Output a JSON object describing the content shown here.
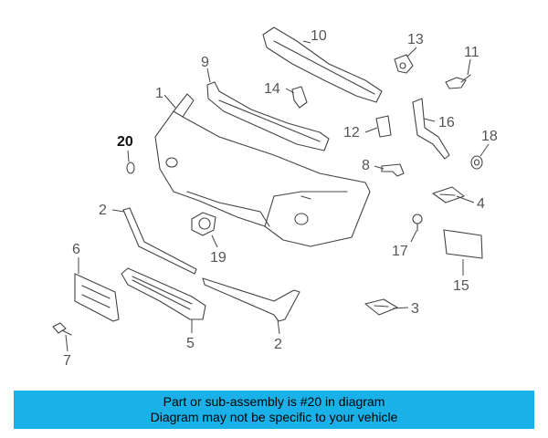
{
  "diagram": {
    "callouts": [
      "1",
      "2",
      "2",
      "3",
      "4",
      "5",
      "6",
      "7",
      "8",
      "9",
      "10",
      "11",
      "12",
      "13",
      "14",
      "15",
      "16",
      "17",
      "18",
      "19",
      "20"
    ],
    "highlighted_part": "20",
    "colors": {
      "line": "#444444",
      "banner": "#1ab1e8",
      "background": "#ffffff"
    }
  },
  "banner": {
    "line1": "Part or sub-assembly is #20 in diagram",
    "line2": "Diagram may not be specific to your vehicle"
  }
}
